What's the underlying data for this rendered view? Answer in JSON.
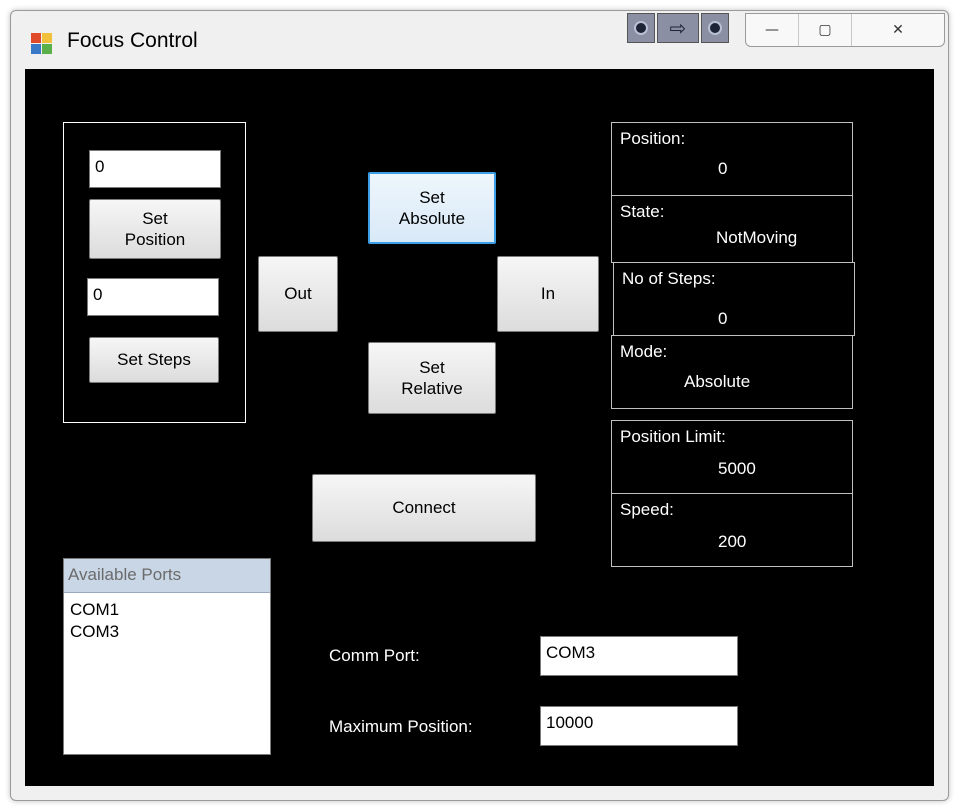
{
  "window": {
    "title": "Focus Control"
  },
  "titlebar": {
    "camera_arrow": "⇨",
    "minimize": "—",
    "maximize": "▢",
    "close": "✕"
  },
  "position_box": {
    "position_value": "0",
    "set_position_label_1": "Set",
    "set_position_label_2": "Position",
    "steps_value": "0",
    "set_steps_label": "Set Steps"
  },
  "controls": {
    "set_absolute_1": "Set",
    "set_absolute_2": "Absolute",
    "out": "Out",
    "in": "In",
    "set_relative_1": "Set",
    "set_relative_2": "Relative",
    "connect": "Connect"
  },
  "status": {
    "position_label": "Position:",
    "position_value": "0",
    "state_label": "State:",
    "state_value": "NotMoving",
    "steps_label": "No of Steps:",
    "steps_value": "0",
    "mode_label": "Mode:",
    "mode_value": "Absolute",
    "limit_label": "Position Limit:",
    "limit_value": "5000",
    "speed_label": "Speed:",
    "speed_value": "200"
  },
  "ports": {
    "header": "Available Ports",
    "items": [
      "COM1",
      "COM3"
    ]
  },
  "settings": {
    "comm_port_label": "Comm Port:",
    "comm_port_value": "COM3",
    "max_position_label": "Maximum Position:",
    "max_position_value": "10000"
  }
}
